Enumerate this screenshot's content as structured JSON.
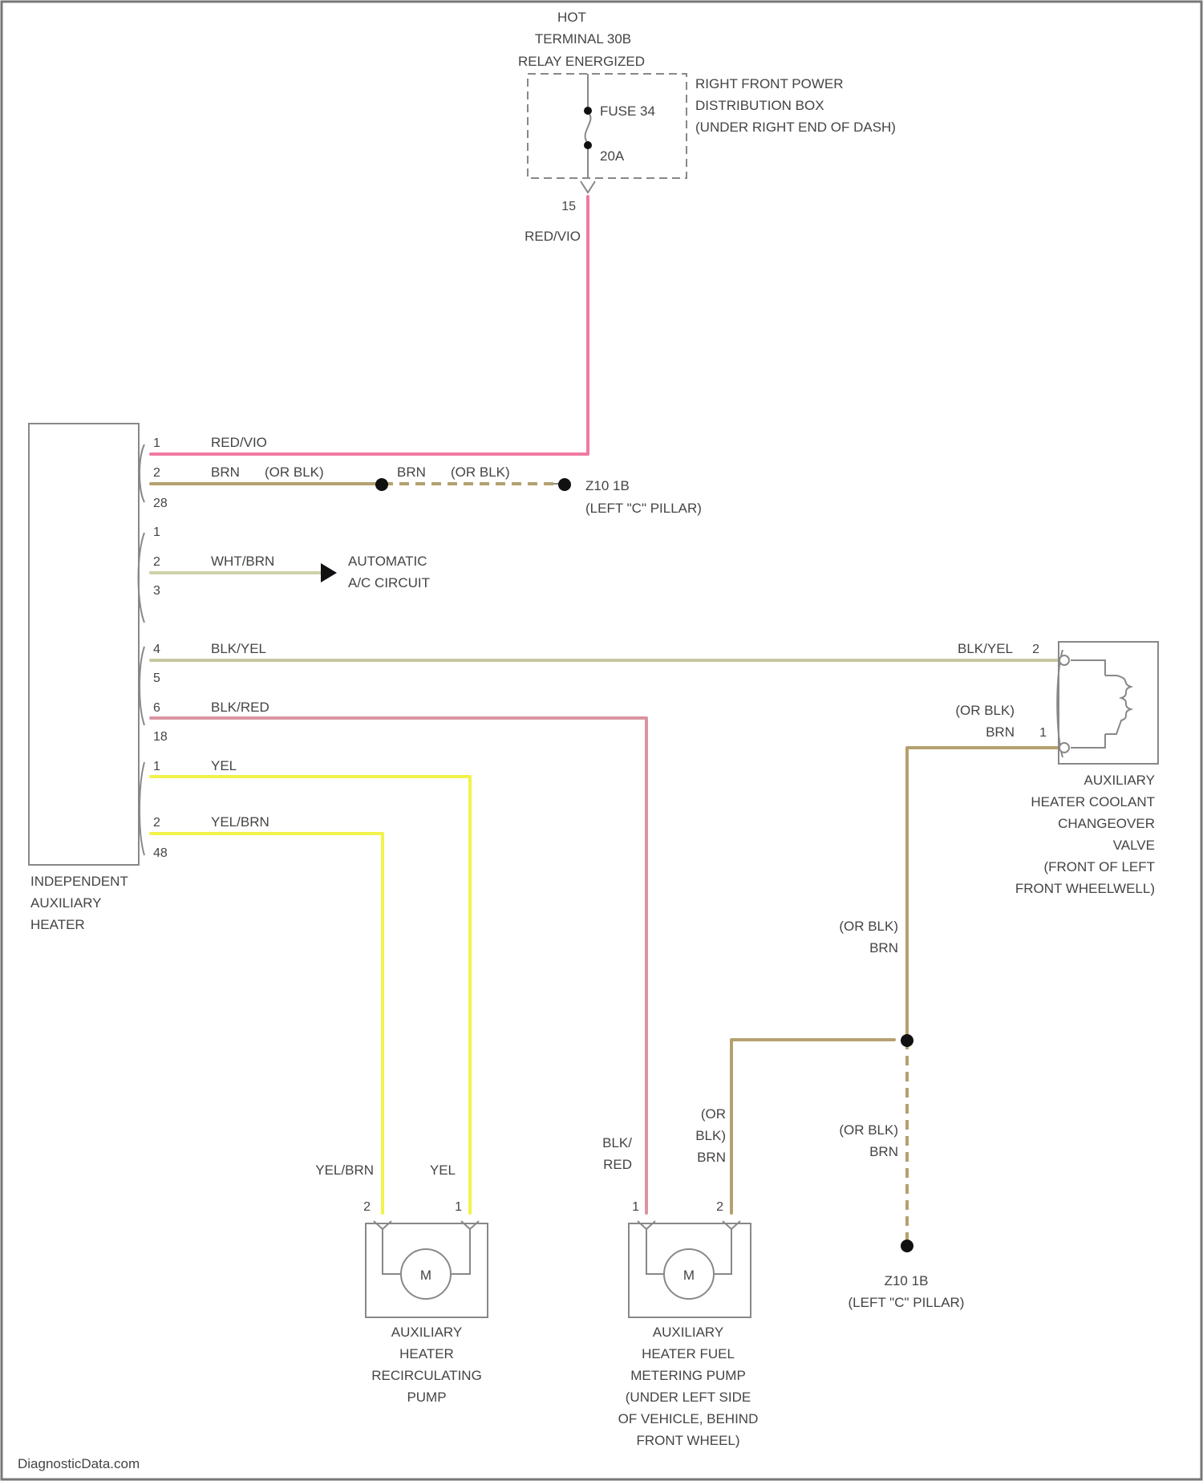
{
  "colors": {
    "red_vio": "#f07aa0",
    "brn_blk": "#b5a070",
    "wht_brn": "#cfd1a8",
    "blk_yel": "#c5c8a0",
    "blk_red": "#d9949f",
    "yel": "#f2f24a",
    "outline": "#888888",
    "text": "#444444"
  },
  "top": {
    "hot_lines": [
      "HOT",
      "TERMINAL 30B",
      "RELAY ENERGIZED"
    ],
    "fuse_label": "FUSE 34",
    "fuse_rating": "20A",
    "box_lines": [
      "RIGHT FRONT POWER",
      "DISTRIBUTION BOX",
      "(UNDER RIGHT END OF DASH)"
    ],
    "pin": "15",
    "wire": "RED/VIO"
  },
  "heater": {
    "name_lines": [
      "INDEPENDENT",
      "AUXILIARY",
      "HEATER"
    ],
    "pins": [
      "1",
      "2",
      "28",
      "1",
      "2",
      "3",
      "4",
      "5",
      "6",
      "18",
      "1",
      "2",
      "48"
    ],
    "wires": {
      "red_vio": "RED/VIO",
      "brn_a": "BRN",
      "blk_a": "(OR BLK)",
      "brn_b": "BRN",
      "blk_b": "(OR BLK)",
      "wht_brn": "WHT/BRN",
      "blk_yel": "BLK/YEL",
      "blk_red": "BLK/RED",
      "yel": "YEL",
      "yel_brn": "YEL/BRN"
    }
  },
  "ground_top": {
    "label": "Z10 1B",
    "sub": "(LEFT \"C\" PILLAR)"
  },
  "ac_circuit": [
    "AUTOMATIC",
    "A/C CIRCUIT"
  ],
  "valve": {
    "wire_top": "BLK/YEL",
    "pin_top": "2",
    "blk_label": "(OR BLK)",
    "brn_label": "BRN",
    "pin_bottom": "1",
    "name_lines": [
      "AUXILIARY",
      "HEATER COOLANT",
      "CHANGEOVER",
      "VALVE",
      "(FRONT OF LEFT",
      "FRONT WHEELWELL)"
    ]
  },
  "vertical_labels": {
    "mid_blk": "(OR BLK)",
    "mid_brn": "BRN",
    "low_blk": "(OR BLK)",
    "low_brn": "BRN"
  },
  "recirc_pump": {
    "wire_left": "YEL/BRN",
    "wire_right": "YEL",
    "pin_left": "2",
    "pin_right": "1",
    "motor": "M",
    "name_lines": [
      "AUXILIARY",
      "HEATER",
      "RECIRCULATING",
      "PUMP"
    ]
  },
  "fuel_pump": {
    "wire_left_lines": [
      "BLK/",
      "RED"
    ],
    "wire_right_lines": [
      "(OR",
      "BLK)",
      "BRN"
    ],
    "pin_left": "1",
    "pin_right": "2",
    "motor": "M",
    "name_lines": [
      "AUXILIARY",
      "HEATER FUEL",
      "METERING PUMP",
      "(UNDER LEFT SIDE",
      "OF VEHICLE, BEHIND",
      "FRONT WHEEL)"
    ]
  },
  "ground_bottom": {
    "label": "Z10 1B",
    "sub": "(LEFT \"C\" PILLAR)"
  },
  "footer": "DiagnosticData.com"
}
